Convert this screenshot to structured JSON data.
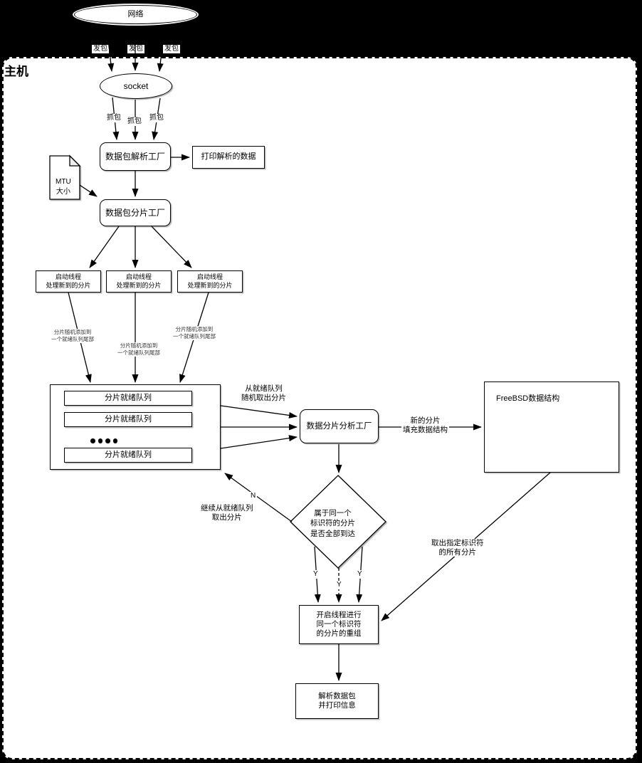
{
  "host": {
    "label": "主机"
  },
  "nodes": {
    "network": "网络",
    "socket": "socket",
    "parse_factory": "数据包解析工厂",
    "print_box": "打印解析的数据",
    "mtu": [
      "MTU",
      "大小"
    ],
    "frag_factory": "数据包分片工厂",
    "thread_box": [
      "启动线程",
      "处理新到的分片"
    ],
    "queue_container_row": "分片就绪队列",
    "analysis_factory": "数据分片分析工厂",
    "freebsd": "FreeBSD数据结构",
    "decision": [
      "属于同一个",
      "标识符的分片",
      "是否全部到达"
    ],
    "reassembly": [
      "开启线程进行",
      "同一个标识符",
      "的分片的重组"
    ],
    "parse_print": [
      "解析数据包",
      "并打印信息"
    ]
  },
  "edge_labels": {
    "send": "发包",
    "capture": "抓包",
    "add_to_queue": [
      "分片随机添加到",
      "一个就绪队列尾部"
    ],
    "fetch_from_queue": [
      "从就绪队列",
      "随机取出分片"
    ],
    "new_fragment": [
      "新的分片",
      "填充数据结构"
    ],
    "continue_fetch": [
      "继续从就绪队列",
      "取出分片"
    ],
    "fetch_by_id": [
      "取出指定标识符",
      "的所有分片"
    ],
    "yes": "Y",
    "no": "N"
  },
  "colors": {
    "background": "#000000",
    "canvas": "#ffffff",
    "stroke": "#000000"
  }
}
